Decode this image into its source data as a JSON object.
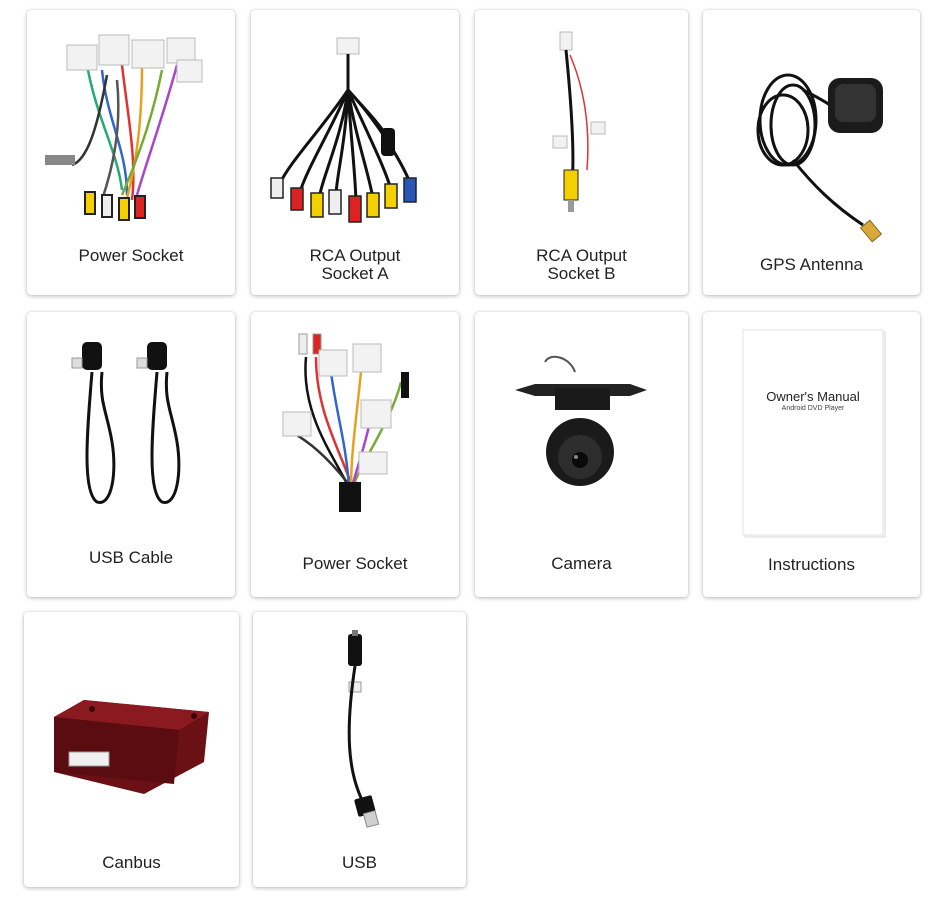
{
  "items": [
    {
      "label": "Power Socket",
      "icon": "wiring-harness-icon"
    },
    {
      "label": "RCA Output\nSocket A",
      "icon": "rca-cable-icon"
    },
    {
      "label": "RCA Output\nSocket B",
      "icon": "rca-cable-icon"
    },
    {
      "label": "GPS Antenna",
      "icon": "gps-antenna-icon"
    },
    {
      "label": "USB Cable",
      "icon": "usb-cable-icon"
    },
    {
      "label": "Power Socket",
      "icon": "wiring-harness-icon"
    },
    {
      "label": "Camera",
      "icon": "camera-icon"
    },
    {
      "label": "Instructions",
      "icon": "manual-icon"
    },
    {
      "label": "Canbus",
      "icon": "canbus-box-icon"
    },
    {
      "label": "USB",
      "icon": "usb-connector-icon"
    }
  ],
  "manual": {
    "title": "Owner's Manual",
    "subtitle": "Android DVD Player"
  }
}
